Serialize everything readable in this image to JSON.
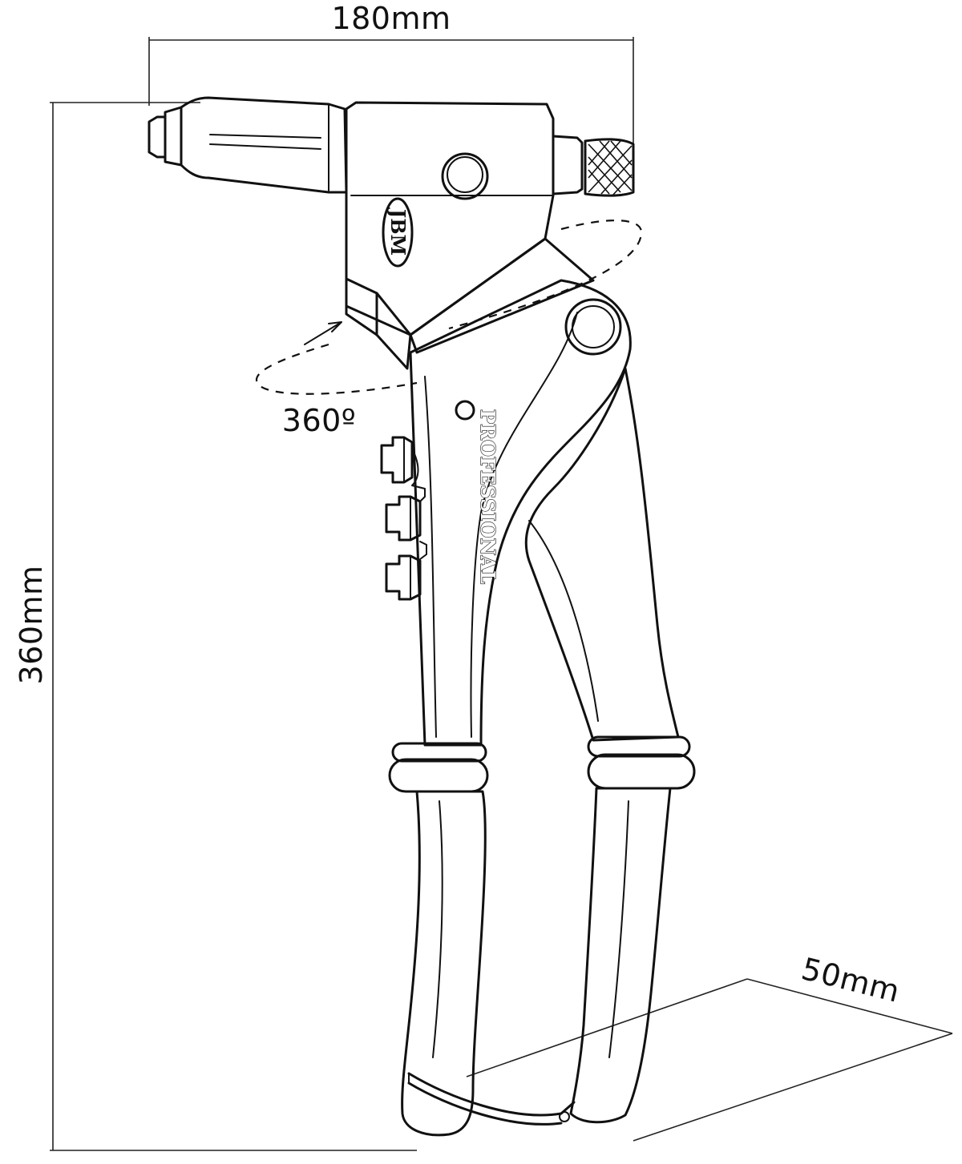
{
  "dimensions": {
    "width_label": "180mm",
    "height_label": "360mm",
    "depth_label": "50mm",
    "rotation_label": "360º"
  },
  "branding": {
    "logo_text": "JBM",
    "model_text": "PROFESSIONAL"
  },
  "colors": {
    "ink": "#111111",
    "background": "#ffffff"
  }
}
